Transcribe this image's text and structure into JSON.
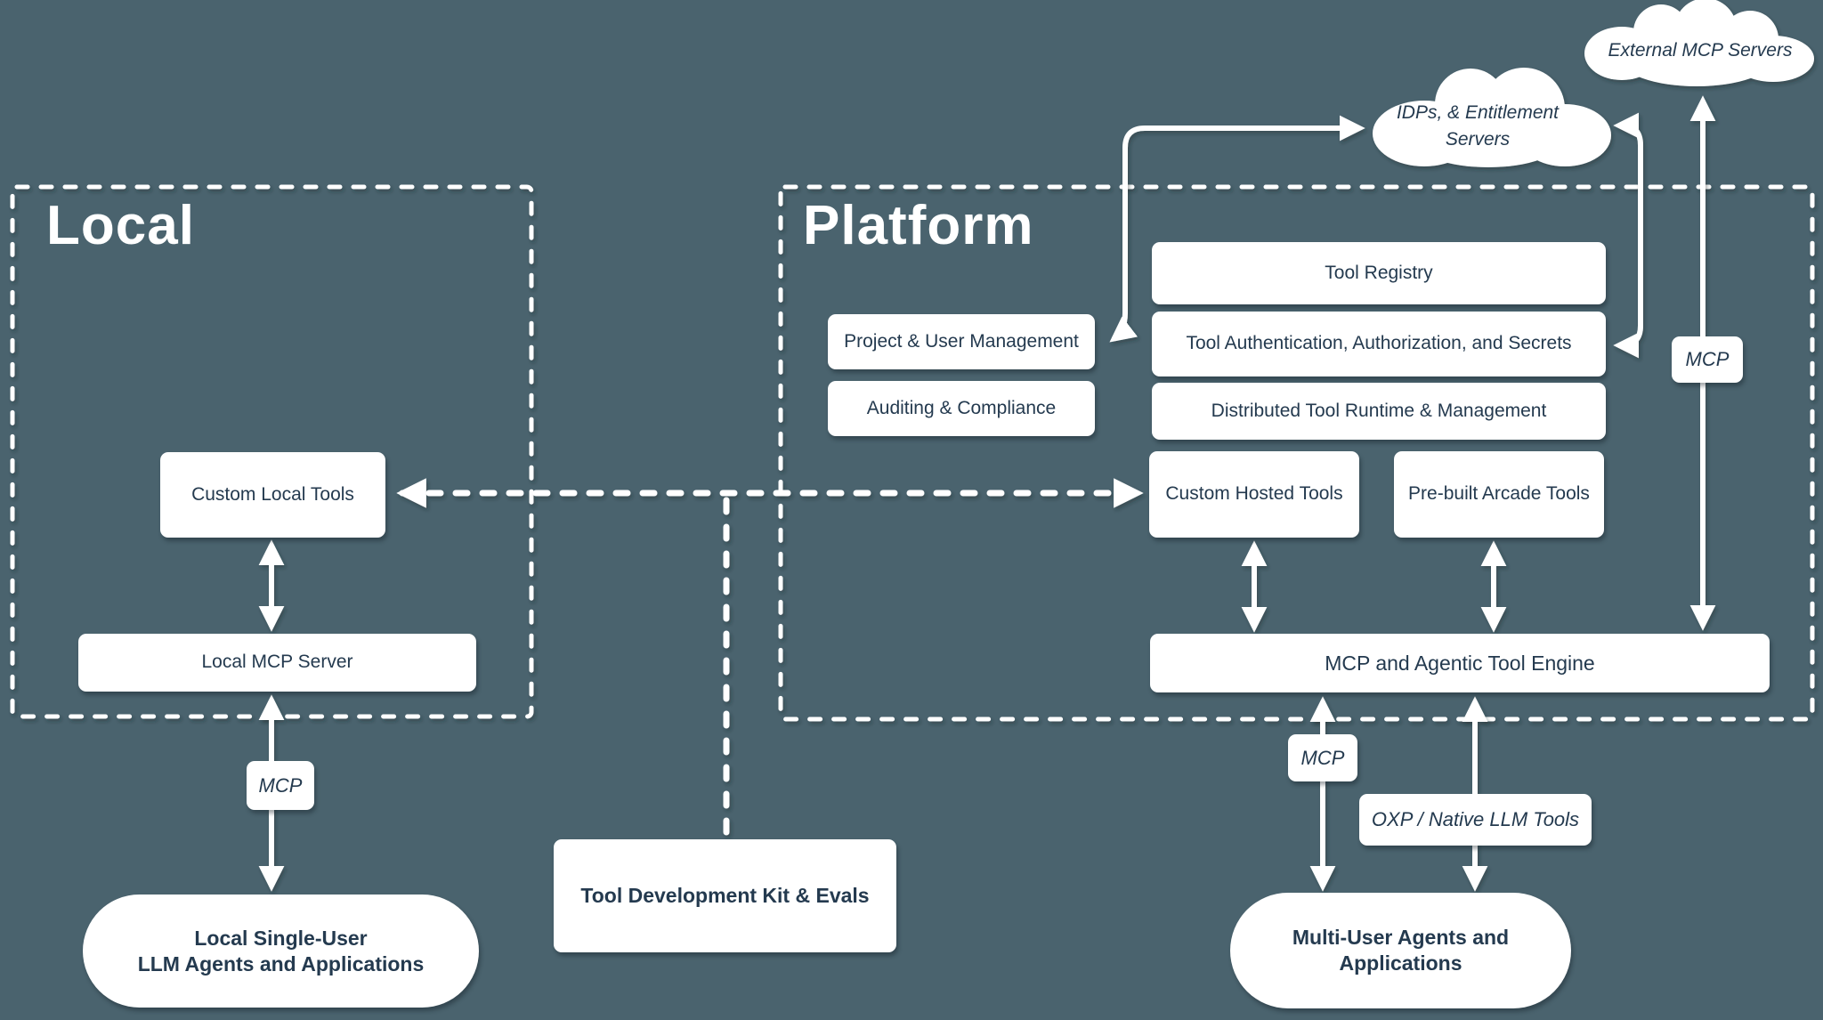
{
  "titles": {
    "local": "Local",
    "platform": "Platform"
  },
  "clouds": {
    "idp": {
      "line1": "IDPs, & Entitlement",
      "line2": "Servers"
    },
    "external": {
      "label": "External MCP Servers"
    }
  },
  "local_section": {
    "custom_local_tools": "Custom Local Tools",
    "local_mcp_server": "Local MCP Server",
    "mcp_label": "MCP",
    "agents_line1": "Local Single-User",
    "agents_line2": "LLM Agents and Applications"
  },
  "middle": {
    "tool_dev_kit": "Tool Development Kit & Evals"
  },
  "platform_section": {
    "project_user_management": "Project & User Management",
    "auditing_compliance": "Auditing & Compliance",
    "tool_registry": "Tool Registry",
    "tool_auth": "Tool Authentication, Authorization, and Secrets",
    "distributed_runtime": "Distributed Tool Runtime & Management",
    "custom_hosted_tools": "Custom Hosted Tools",
    "prebuilt_arcade_tools": "Pre-built Arcade Tools",
    "engine": "MCP and Agentic Tool Engine",
    "mcp_label_external": "MCP",
    "mcp_label_bottom": "MCP",
    "oxp_label": "OXP / Native LLM Tools",
    "agents_line1": "Multi-User Agents and",
    "agents_line2": "Applications"
  },
  "colors": {
    "background": "#4a636e",
    "node_text": "#243a4f",
    "white": "#ffffff"
  }
}
